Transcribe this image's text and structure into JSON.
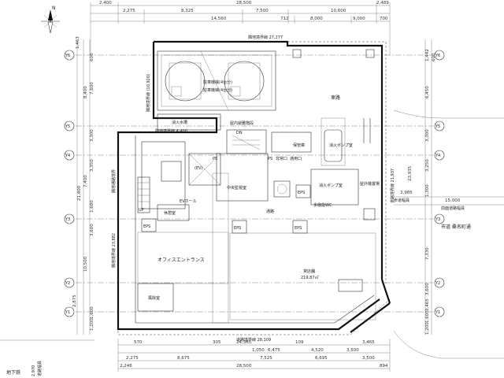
{
  "dims_top_row1": [
    "2,400",
    "28,500",
    "2,489"
  ],
  "dims_top_row2": [
    "2,275",
    "8,325",
    "7,500",
    "10,600"
  ],
  "dims_top_row3": [
    "14,560",
    "712",
    "8,000",
    "9,000",
    "700"
  ],
  "dims_bottom_row1": [
    "24,365",
    "3,465"
  ],
  "dims_bottom_row2": [
    "1,050",
    "6,475",
    "4,520",
    "3,500"
  ],
  "dims_bottom_row3": [
    "2,275",
    "8,675",
    "7,525",
    "6,695",
    "3,500"
  ],
  "dims_bottom_row4": [
    "2,246",
    "28,500",
    "894"
  ],
  "dims_bottom_misc": [
    "570",
    "305",
    "109"
  ],
  "dims_left": [
    "1,463",
    "600",
    "7,600",
    "8,400",
    "3,300",
    "3,350",
    "7,400",
    "21,400",
    "1,680",
    "3,600",
    "10,500",
    "1,600",
    "1,200",
    "2,875"
  ],
  "dims_right": [
    "1,442",
    "600",
    "6,450",
    "3,300",
    "3,250",
    "1,300",
    "7,330",
    "3,600",
    "3,465",
    "1,600",
    "1,200",
    "23,935",
    "3,985"
  ],
  "grid_rows": [
    "Y6",
    "Y5",
    "Y4",
    "Y3",
    "Y2",
    "Y1"
  ],
  "boundary_labels": {
    "top": "隣地境界線 27,277",
    "top_inner": "隣地境界線 (10,920)",
    "ramp": "隣地境界線 4,400",
    "left": "隣地境界線 23,882",
    "left_upper": "隣地通路境界",
    "right": "道路境界線 21,937",
    "bottom": "道路境界線 28,109"
  },
  "rooms": {
    "parking": "車路",
    "mech_parking_a": "駐車機械(4台分)",
    "mech_parking_b": "駐車機械(4台分)",
    "fire_tank": "消火水槽",
    "roof_area": "屋内避難階段",
    "storage": "保管庫",
    "fire_pump": "消火ポンプ室",
    "outdoor_equip": "屋外機置場",
    "central_monitor": "中央監視室",
    "ev_hall": "EVホール",
    "break_room": "休憩室",
    "corridor": "通路",
    "office_entrance": "オフィスエントランス",
    "disaster_room": "風除室",
    "shop": "貸店舗",
    "shop_area": "219.87㎡",
    "multi_toilet": "多機能WC",
    "eps_a": "EPS",
    "eps_b": "EPS",
    "eps_c": "EPS",
    "eps_d": "EPS",
    "ps_a": "PS",
    "ps_b": "PS",
    "up": "UP",
    "dn": "DN",
    "elev": "(EV)",
    "exit": "非常口",
    "entry": "通用口"
  },
  "right_labels": {
    "road_width": "15,000",
    "road_name": "前面道路幅員",
    "sidewalk": "歩道幅員",
    "city_road": "市道 桑名町通"
  },
  "bottom_left_labels": {
    "subway": "地下鉄",
    "road_width": "道路幅員",
    "value": "2,970"
  },
  "compass": "N"
}
